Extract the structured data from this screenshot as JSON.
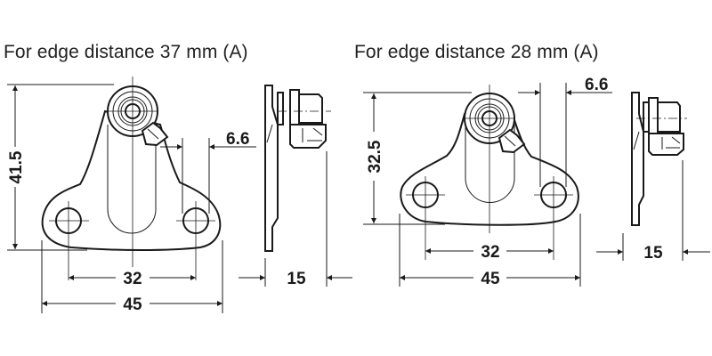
{
  "figures": [
    {
      "id": "left",
      "caption": "For edge distance 37 mm (A)",
      "dimensions": {
        "height": "41.5",
        "hole_spacing": "32",
        "overall_width": "45",
        "edge_offset": "6.6",
        "depth": "15"
      }
    },
    {
      "id": "right",
      "caption": "For edge distance 28 mm (A)",
      "dimensions": {
        "height": "32.5",
        "hole_spacing": "32",
        "overall_width": "45",
        "edge_offset": "6.6",
        "depth": "15"
      }
    }
  ],
  "colors": {
    "line": "#1a1a1a",
    "background": "#ffffff"
  },
  "units": "mm"
}
